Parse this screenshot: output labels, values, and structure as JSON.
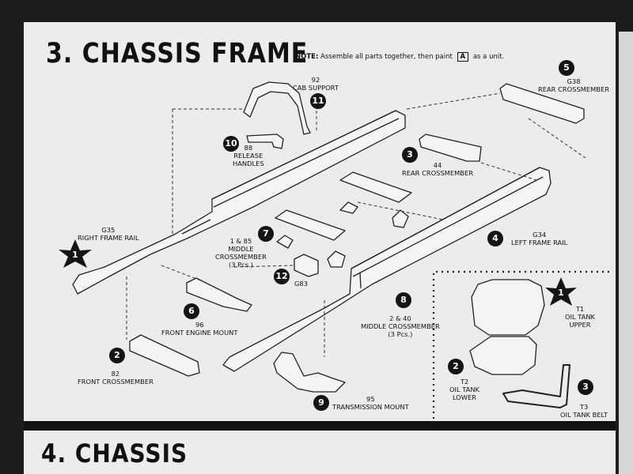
{
  "headings": {
    "step3": "3. CHASSIS FRAME",
    "step4": "4. CHASSIS"
  },
  "note": {
    "prefix": "NOTE:",
    "text": "Assemble all parts together, then paint",
    "box": "A",
    "suffix": "as a unit."
  },
  "labels": {
    "cab_support": {
      "num": "92",
      "name": "CAB SUPPORT"
    },
    "rear_cm_g38": {
      "num": "G38",
      "name": "REAR CROSSMEMBER"
    },
    "release_handles": {
      "num": "88",
      "name1": "RELEASE",
      "name2": "HANDLES"
    },
    "rear_cm_44": {
      "num": "44",
      "name": "REAR CROSSMEMBER"
    },
    "right_rail": {
      "num": "G35",
      "name": "RIGHT FRAME RAIL"
    },
    "left_rail": {
      "num": "G34",
      "name": "LEFT FRAME RAIL"
    },
    "middle_cm_1": {
      "num": "1 & 85",
      "name1": "MIDDLE",
      "name2": "CROSSMEMBER",
      "qty": "(3 Pcs.)"
    },
    "g83": {
      "num": "G83"
    },
    "front_engine_mount": {
      "num": "96",
      "name": "FRONT ENGINE MOUNT"
    },
    "middle_cm_2": {
      "num": "2 & 40",
      "name": "MIDDLE CROSSMEMBER",
      "qty": "(3 Pcs.)"
    },
    "front_cm": {
      "num": "82",
      "name": "FRONT CROSSMEMBER"
    },
    "trans_mount": {
      "num": "95",
      "name": "TRANSMISSION MOUNT"
    },
    "oil_upper": {
      "num": "T1",
      "name1": "OIL TANK",
      "name2": "UPPER"
    },
    "oil_lower": {
      "num": "T2",
      "name1": "OIL TANK",
      "name2": "LOWER"
    },
    "oil_belt": {
      "num": "T3",
      "name": "OIL TANK BELT"
    }
  },
  "badges": {
    "b11": "11",
    "b5": "5",
    "b10": "10",
    "b3": "3",
    "b1": "1",
    "b7": "7",
    "b4": "4",
    "b12": "12",
    "b6": "6",
    "b8": "8",
    "b2": "2",
    "b9": "9",
    "o1": "1",
    "o2": "2",
    "o3": "3"
  }
}
